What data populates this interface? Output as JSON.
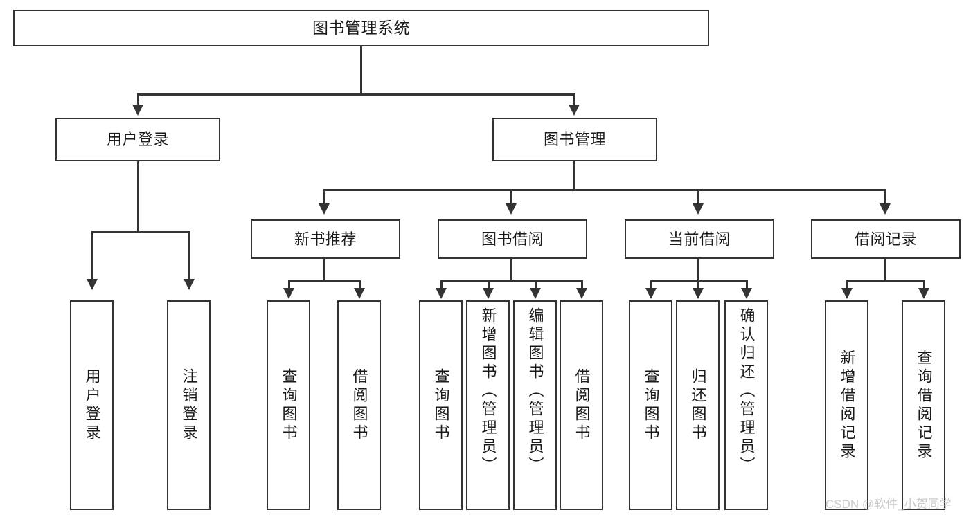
{
  "diagram": {
    "title": "图书管理系统",
    "type": "tree",
    "root": {
      "label": "图书管理系统",
      "children": [
        {
          "label": "用户登录",
          "children": [
            {
              "label": "用户登录"
            },
            {
              "label": "注销登录"
            }
          ]
        },
        {
          "label": "图书管理",
          "children": [
            {
              "label": "新书推荐",
              "children": [
                {
                  "label": "查询图书"
                },
                {
                  "label": "借阅图书"
                }
              ]
            },
            {
              "label": "图书借阅",
              "children": [
                {
                  "label": "查询图书"
                },
                {
                  "label": "新增图书（管理员）"
                },
                {
                  "label": "编辑图书（管理员）"
                },
                {
                  "label": "借阅图书"
                }
              ]
            },
            {
              "label": "当前借阅",
              "children": [
                {
                  "label": "查询图书"
                },
                {
                  "label": "归还图书"
                },
                {
                  "label": "确认归还（管理员）"
                }
              ]
            },
            {
              "label": "借阅记录",
              "children": [
                {
                  "label": "新增借阅记录"
                },
                {
                  "label": "查询借阅记录"
                }
              ]
            }
          ]
        }
      ]
    }
  },
  "nodes": {
    "root": "图书管理系统",
    "user_login": "用户登录",
    "book_manage": "图书管理",
    "new_book_rec": "新书推荐",
    "book_borrow": "图书借阅",
    "current_borrow": "当前借阅",
    "borrow_record": "借阅记录",
    "leaf_user_login": "用户登录",
    "leaf_logout": "注销登录",
    "leaf_query_book_a": "查询图书",
    "leaf_borrow_book_a": "借阅图书",
    "leaf_query_book_b": "查询图书",
    "leaf_add_book": "新增图书（管理员）",
    "leaf_edit_book": "编辑图书（管理员）",
    "leaf_borrow_book_b": "借阅图书",
    "leaf_query_book_c": "查询图书",
    "leaf_return_book": "归还图书",
    "leaf_confirm_return": "确认归还（管理员）",
    "leaf_add_record": "新增借阅记录",
    "leaf_query_record": "查询借阅记录"
  },
  "watermark": {
    "text": "CSDN @软件_小贺同学"
  },
  "colors": {
    "stroke": "#333333",
    "fill": "#ffffff",
    "text": "#1a1a1a",
    "watermark": "#c9c9c9"
  }
}
